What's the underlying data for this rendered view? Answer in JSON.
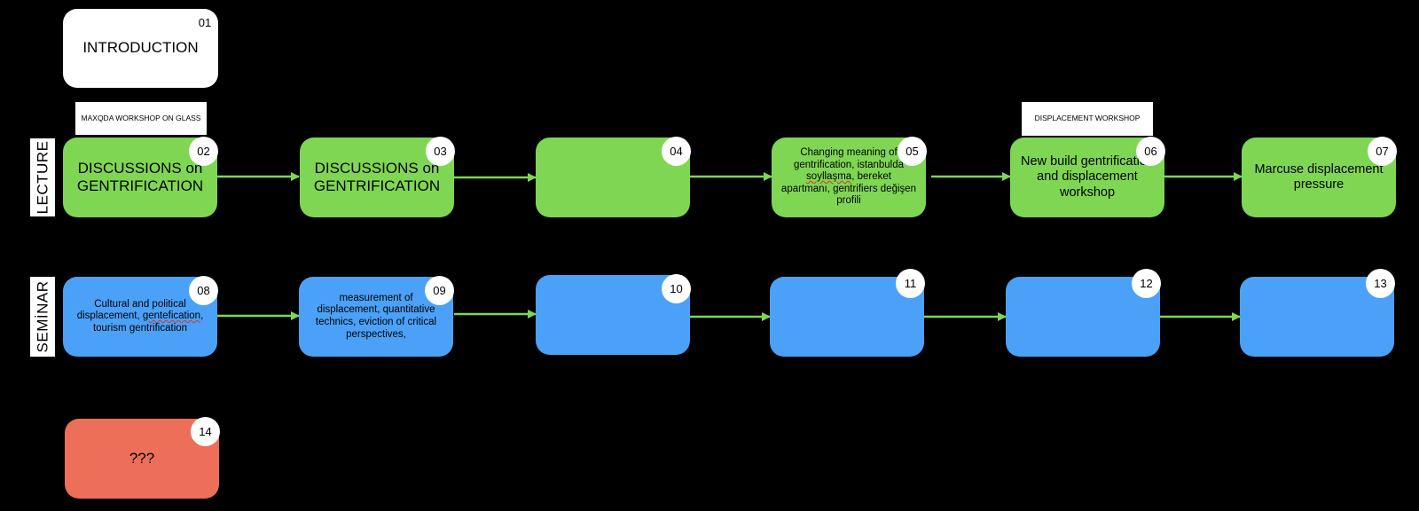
{
  "rows": {
    "lecture_label": "LECTURE",
    "seminar_label": "SEMİNAR"
  },
  "intro": {
    "number": "01",
    "label": "INTRODUCTION"
  },
  "notes": {
    "maxqda": "MAXQDA WORKSHOP ON GLASS",
    "displacement": "DISPLACEMENT WORKSHOP"
  },
  "lecture": [
    {
      "number": "02",
      "label": "DISCUSSIONS on GENTRIFICATION"
    },
    {
      "number": "03",
      "label": "DISCUSSIONS on GENTRIFICATION"
    },
    {
      "number": "04",
      "label": ""
    },
    {
      "number": "05",
      "label_pre": "Changing meaning of gentrification, istanbulda ",
      "label_underlined": "soyllaşma",
      "label_post": ", bereket apartmanı, gentrifiers değişen profili"
    },
    {
      "number": "06",
      "label": "New build gentrification and displacement workshop"
    },
    {
      "number": "07",
      "label": "Marcuse displacement pressure"
    }
  ],
  "seminar": [
    {
      "number": "08",
      "label_pre": "Cultural and political displacement, ",
      "label_underlined": "gentefication",
      "label_post": ", tourism gentrification"
    },
    {
      "number": "09",
      "label": "measurement of displacement, quantitative technics, eviction of critical perspectives,"
    },
    {
      "number": "10",
      "label": ""
    },
    {
      "number": "11",
      "label": ""
    },
    {
      "number": "12",
      "label": ""
    },
    {
      "number": "13",
      "label": ""
    }
  ],
  "extra": {
    "number": "14",
    "label": "???"
  },
  "colors": {
    "background": "#000000",
    "lecture": "#7fd653",
    "seminar": "#4aa1f7",
    "extra": "#ed6f59",
    "arrow": "#7fd653"
  }
}
